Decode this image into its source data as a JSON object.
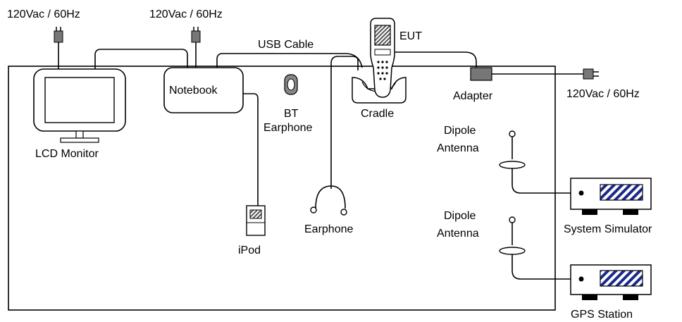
{
  "labels": {
    "power_monitor": "120Vac / 60Hz",
    "power_notebook": "120Vac / 60Hz",
    "power_adapter": "120Vac / 60Hz",
    "usb_cable": "USB Cable",
    "eut": "EUT",
    "cradle": "Cradle",
    "adapter": "Adapter",
    "notebook": "Notebook",
    "lcd_monitor": "LCD Monitor",
    "bt_earphone_line1": "BT",
    "bt_earphone_line2": "Earphone",
    "ipod": "iPod",
    "earphone": "Earphone",
    "dipole1_line1": "Dipole",
    "dipole1_line2": "Antenna",
    "dipole2_line1": "Dipole",
    "dipole2_line2": "Antenna",
    "system_simulator": "System Simulator",
    "gps_station": "GPS Station"
  }
}
